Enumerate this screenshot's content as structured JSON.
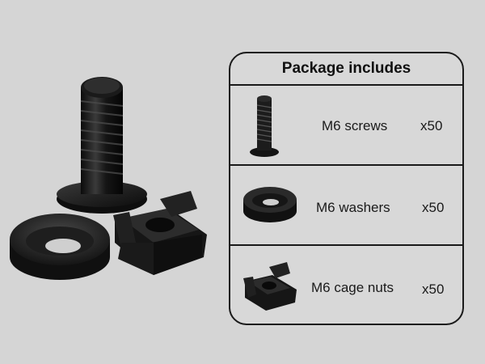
{
  "panel": {
    "title": "Package includes",
    "items": [
      {
        "name": "M6 screws",
        "quantity": "x50",
        "icon": "screw-icon"
      },
      {
        "name": "M6 washers",
        "quantity": "x50",
        "icon": "washer-icon"
      },
      {
        "name": "M6 cage nuts",
        "quantity": "x50",
        "icon": "cage-nut-icon"
      }
    ]
  },
  "colors": {
    "background": "#d5d5d5",
    "hardware": "#1c1c1c",
    "border": "#1a1a1a"
  }
}
